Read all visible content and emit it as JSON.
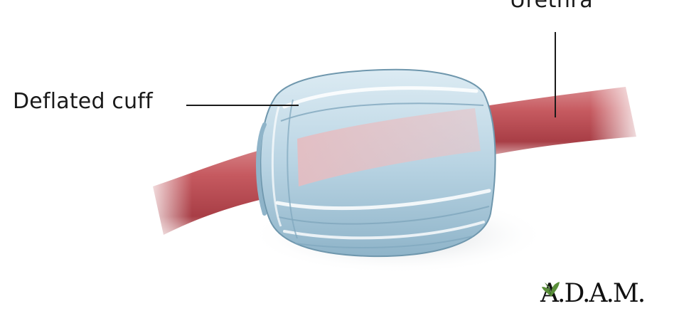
{
  "labels": {
    "cuff": "Deflated cuff",
    "urethra": "Urethra"
  },
  "logo": {
    "text": "A.D.A.M.",
    "icon": "adam-leaf-icon"
  },
  "colors": {
    "urethra": "#c0545a",
    "cuff": "#b9d4e3",
    "cuff_shadow": "#7fa6bd",
    "leader_line": "#1a1a1a",
    "logo_leaf": "#5a8f3a"
  }
}
